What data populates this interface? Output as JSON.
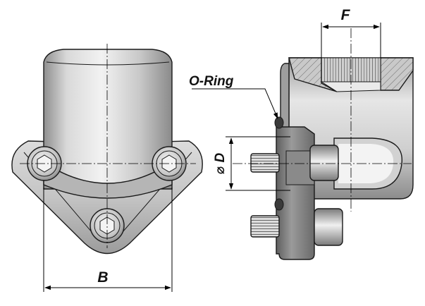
{
  "labels": {
    "thread_dim": "F",
    "oring": "O-Ring",
    "diameter": "⌀ D",
    "width_dim": "B"
  }
}
